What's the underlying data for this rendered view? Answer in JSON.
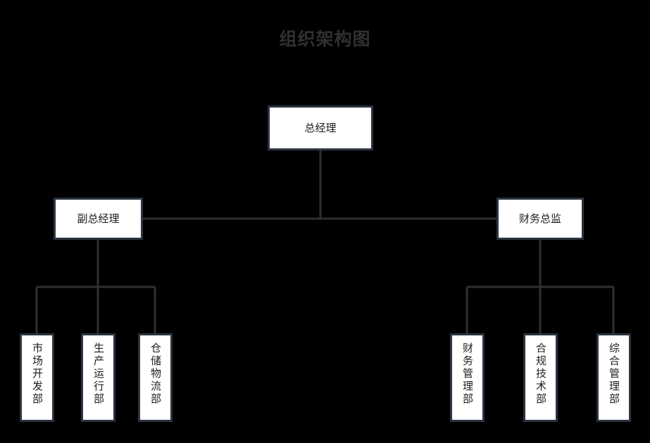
{
  "title": "组织架构图",
  "theme": {
    "background": "#000000",
    "title_color": "#303030",
    "box_fill": "#ffffff",
    "box_border": "#2b3440",
    "box_text": "#1d1d1d",
    "connector_color": "#2f2f2f"
  },
  "nodes": {
    "root": {
      "label": "总经理",
      "orientation": "horizontal"
    },
    "level2": [
      {
        "label": "副总经理",
        "orientation": "horizontal"
      },
      {
        "label": "财务总监",
        "orientation": "horizontal"
      }
    ],
    "level3_left": [
      {
        "label": "市场开发部",
        "orientation": "vertical"
      },
      {
        "label": "生产运行部",
        "orientation": "vertical"
      },
      {
        "label": "仓储物流部",
        "orientation": "vertical"
      }
    ],
    "level3_right": [
      {
        "label": "财务管理部",
        "orientation": "vertical"
      },
      {
        "label": "合规技术部",
        "orientation": "vertical"
      },
      {
        "label": "综合管理部",
        "orientation": "vertical"
      }
    ]
  }
}
